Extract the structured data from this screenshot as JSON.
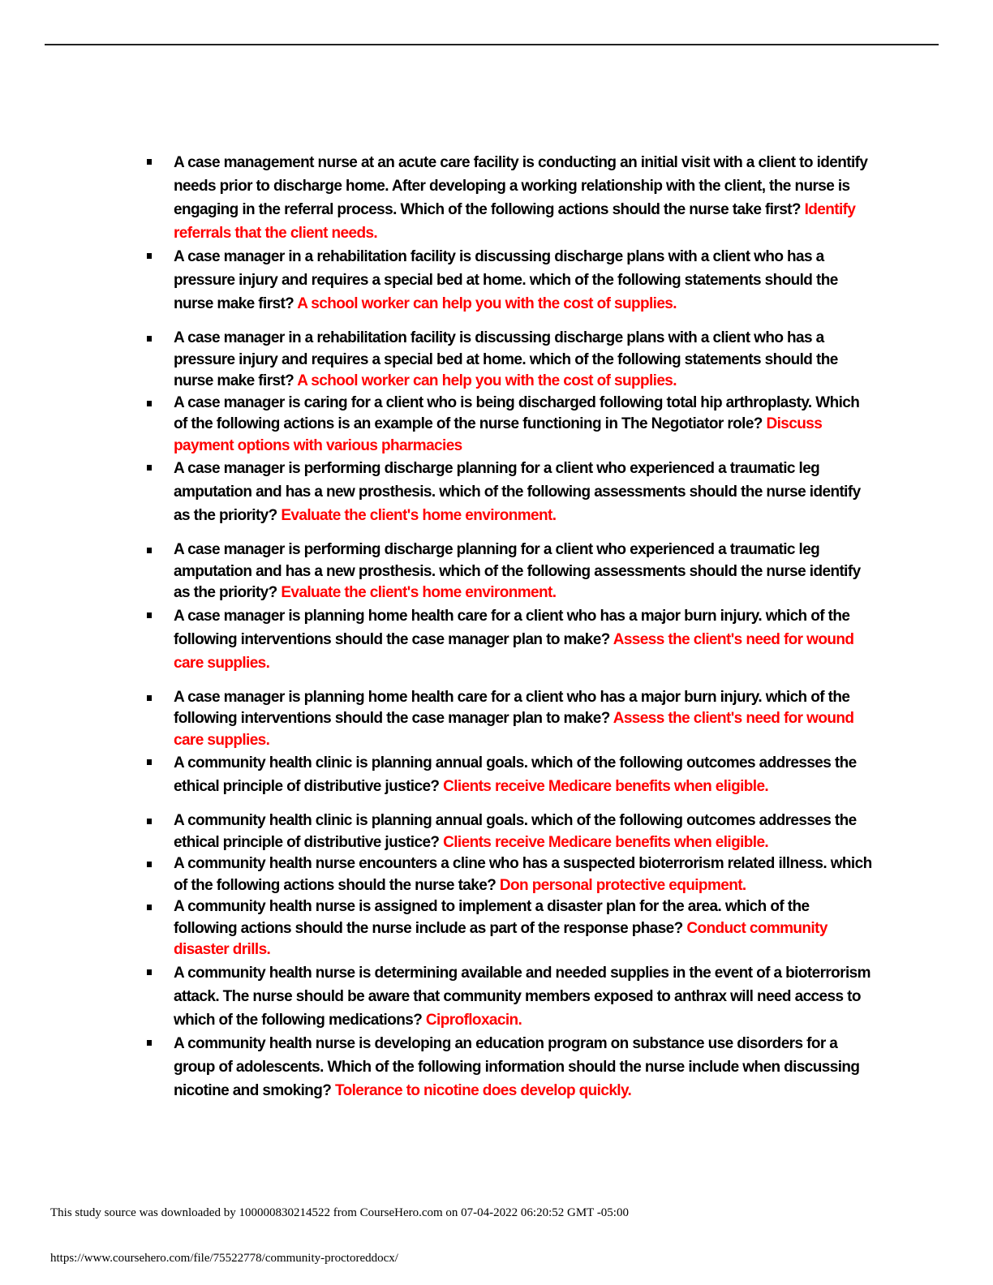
{
  "document": {
    "items": [
      {
        "question": "A case management nurse at an acute care facility is conducting an initial visit with a client to identify needs prior to discharge home. After developing a working relationship with the client, the nurse is engaging in the referral process. Which of the following actions should the nurse take first?",
        "answer": "Identify referrals that the client needs."
      },
      {
        "question": "A case manager in a rehabilitation facility is discussing discharge plans with a client who has a pressure injury and requires a special bed at home. which of the following statements should the nurse make first?",
        "answer": "A school worker can help you with the cost of supplies."
      },
      {
        "question": "A case manager in a rehabilitation facility is discussing discharge plans with a client who has a pressure injury and requires a special bed at home. which of the following statements should the nurse make first?",
        "answer": "A school worker can help you with the cost of supplies."
      },
      {
        "question": "A case manager is caring for a client who is being discharged following total hip arthroplasty. Which of the following actions is an example of the nurse functioning in The Negotiator role?",
        "answer": "Discuss payment options with various pharmacies"
      },
      {
        "question": "A case manager is performing discharge planning for a client who experienced a traumatic leg amputation and has a new prosthesis. which of the following assessments should the nurse identify as the priority?",
        "answer": "Evaluate the client's home environment."
      },
      {
        "question": "A case manager is performing discharge planning for a client who experienced a traumatic leg amputation and has a new prosthesis. which of the following assessments should the nurse identify as the priority?",
        "answer": "Evaluate the client's home environment."
      },
      {
        "question": "A case manager is planning home health care for a client who has a major burn injury. which of the following interventions should the case manager plan to make?",
        "answer": "Assess the client's need for wound care supplies."
      },
      {
        "question": "A case manager is planning home health care for a client who has a major burn injury. which of the following interventions should the case manager plan to make?",
        "answer": "Assess the client's need for wound care supplies."
      },
      {
        "question": "A community health clinic is planning annual goals. which of the following outcomes addresses the ethical principle of distributive justice?",
        "answer": "Clients receive Medicare benefits when eligible."
      },
      {
        "question": "A community health clinic is planning annual goals. which of the following outcomes addresses the ethical principle of distributive justice?",
        "answer": "Clients receive Medicare benefits when eligible."
      },
      {
        "question": "A community health nurse encounters a cline who has a suspected bioterrorism related illness. which of the following actions should the nurse take?",
        "answer": "Don personal protective equipment."
      },
      {
        "question": "A community health nurse is assigned to implement a disaster plan for the area. which of the following actions should the nurse include as part of the response phase?",
        "answer": "Conduct community disaster drills."
      },
      {
        "question": "A community health nurse is determining available and needed supplies in the event of a bioterrorism attack. The nurse should be aware that community members exposed to anthrax will need access to which of the following medications?",
        "answer": "Ciprofloxacin."
      },
      {
        "question": "A community health nurse is developing an education program on substance use disorders for a group of adolescents. Which of the following information should the nurse include when discussing nicotine and smoking?",
        "answer": "Tolerance to nicotine does develop quickly."
      }
    ]
  },
  "footer": {
    "download_notice": "This study source was downloaded by 100000830214522 from CourseHero.com on 07-04-2022 06:20:52 GMT -05:00",
    "url": "https://www.coursehero.com/file/75522778/community-proctoreddocx/"
  },
  "colors": {
    "answer": "#ff0000",
    "question": "#000000"
  }
}
